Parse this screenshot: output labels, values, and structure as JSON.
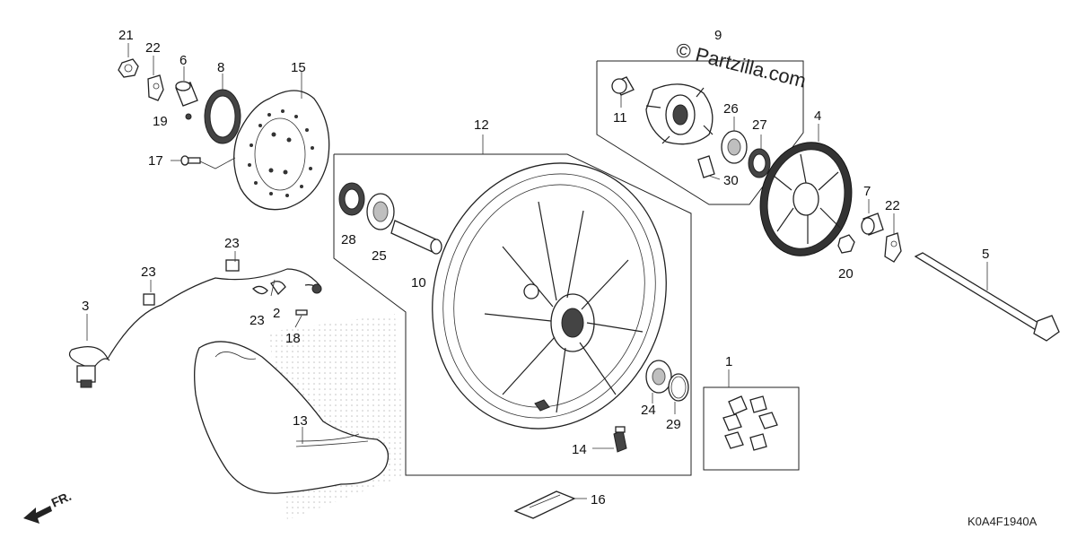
{
  "watermark": "© Partzilla.com",
  "diagram_code": "K0A4F1940A",
  "direction_label": "FR.",
  "callouts": {
    "c1": "1",
    "c2": "2",
    "c3": "3",
    "c4": "4",
    "c5": "5",
    "c6": "6",
    "c7": "7",
    "c8": "8",
    "c9": "9",
    "c10": "10",
    "c11": "11",
    "c12": "12",
    "c13": "13",
    "c14": "14",
    "c15": "15",
    "c16": "16",
    "c17": "17",
    "c18": "18",
    "c19": "19",
    "c20": "20",
    "c21": "21",
    "c22a": "22",
    "c22b": "22",
    "c23a": "23",
    "c23b": "23",
    "c23c": "23",
    "c24": "24",
    "c25": "25",
    "c26": "26",
    "c27": "27",
    "c28": "28",
    "c29": "29",
    "c30": "30"
  }
}
